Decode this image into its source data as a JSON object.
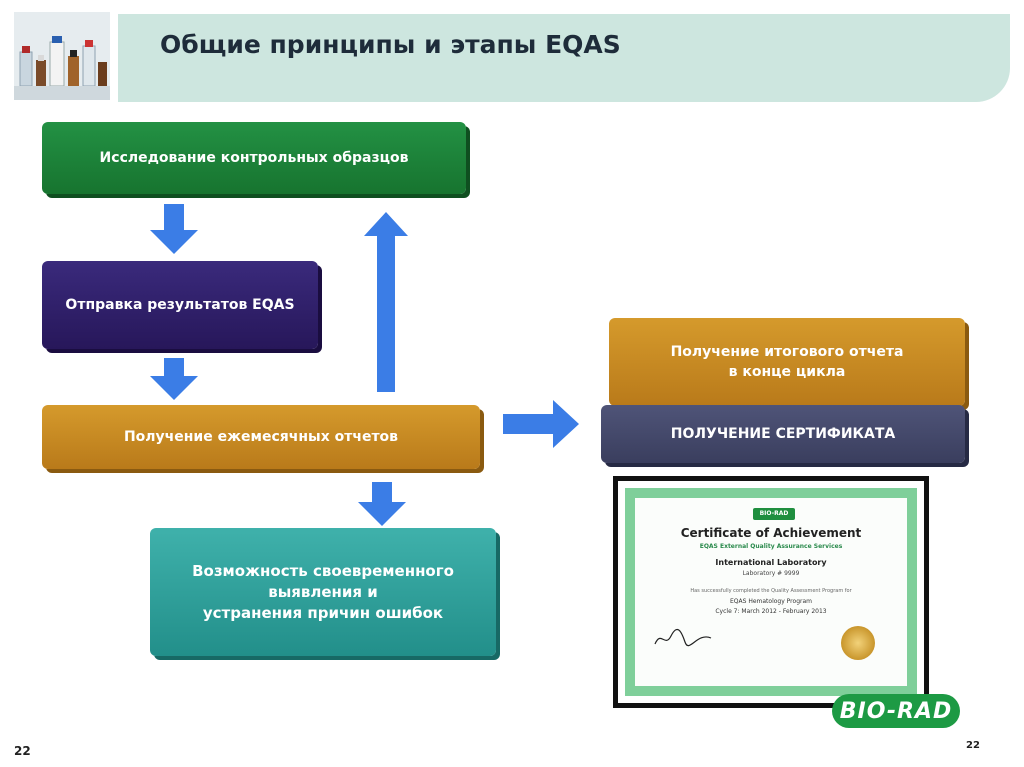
{
  "header": {
    "title": "Общие принципы и этапы EQAS"
  },
  "flow": {
    "study": "Исследование контрольных образцов",
    "send": "Отправка результатов EQAS",
    "monthly": "Получение ежемесячных отчетов",
    "errors_1": "Возможность своевременного",
    "errors_2": "выявления и",
    "errors_3": "устранения причин ошибок",
    "final_1": "Получение итогового отчета",
    "final_2": "в конце цикла",
    "certificate": "ПОЛУЧЕНИЕ СЕРТИФИКАТА"
  },
  "certificate_image": {
    "badge": "BIO-RAD",
    "title": "Certificate of Achievement",
    "subtitle": "EQAS External Quality Assurance Services",
    "lab": "International Laboratory",
    "lab_number": "Laboratory # 9999",
    "completed": "Has successfully completed the Quality Assessment Program for",
    "program": "EQAS Hematology Program",
    "cycle": "Cycle 7: March 2012 - February 2013"
  },
  "logo": {
    "text": "BIO-RAD"
  },
  "page": {
    "number_left": "22",
    "number_right": "22"
  },
  "colors": {
    "header_band": "#cde6df",
    "study": "#1e8a3e",
    "send": "#2f1f6c",
    "monthly": "#c98a24",
    "errors": "#30a19b",
    "final": "#c98a24",
    "certificate": "#464b6c",
    "arrow": "#3b7de6",
    "logo": "#1d9a44"
  }
}
